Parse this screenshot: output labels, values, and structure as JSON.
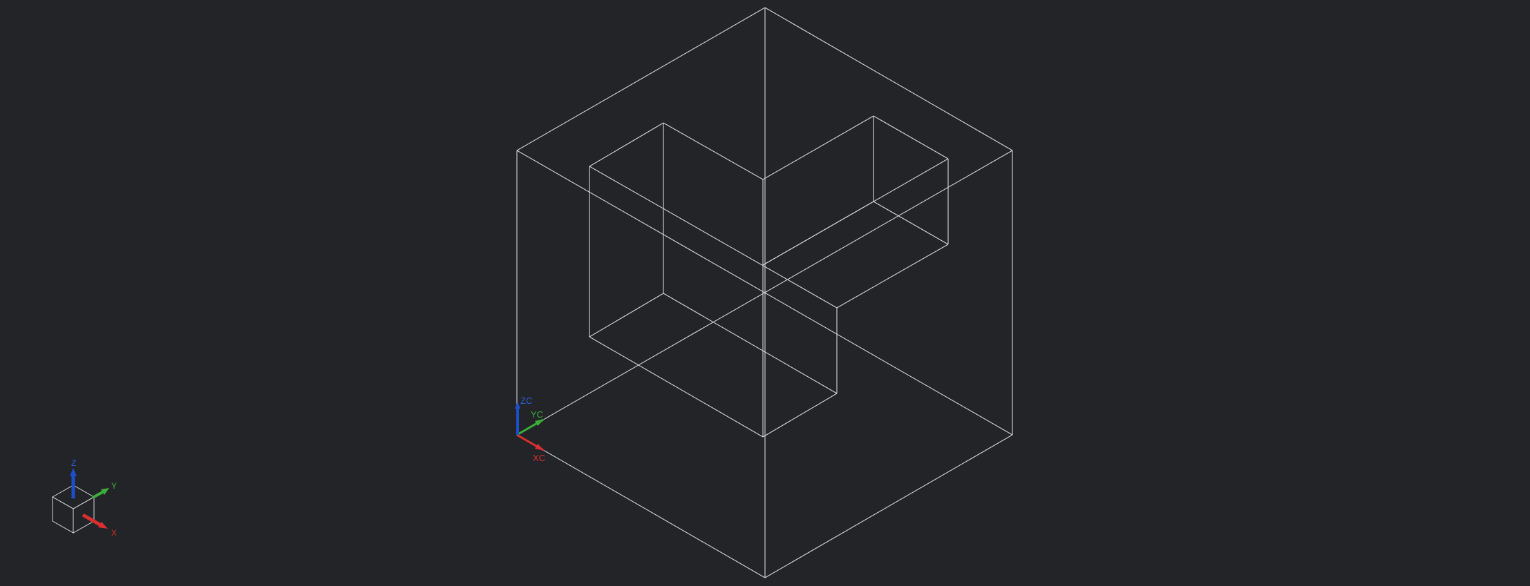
{
  "colors": {
    "background": "#232428",
    "edge": "#d6d6d6",
    "x_axis": "#d8302f",
    "y_axis": "#3cae3a",
    "z_axis": "#1f4fc8"
  },
  "wcs": {
    "x_label": "XC",
    "y_label": "YC",
    "z_label": "ZC"
  },
  "triad": {
    "x_label": "X",
    "y_label": "Y",
    "z_label": "Z"
  }
}
